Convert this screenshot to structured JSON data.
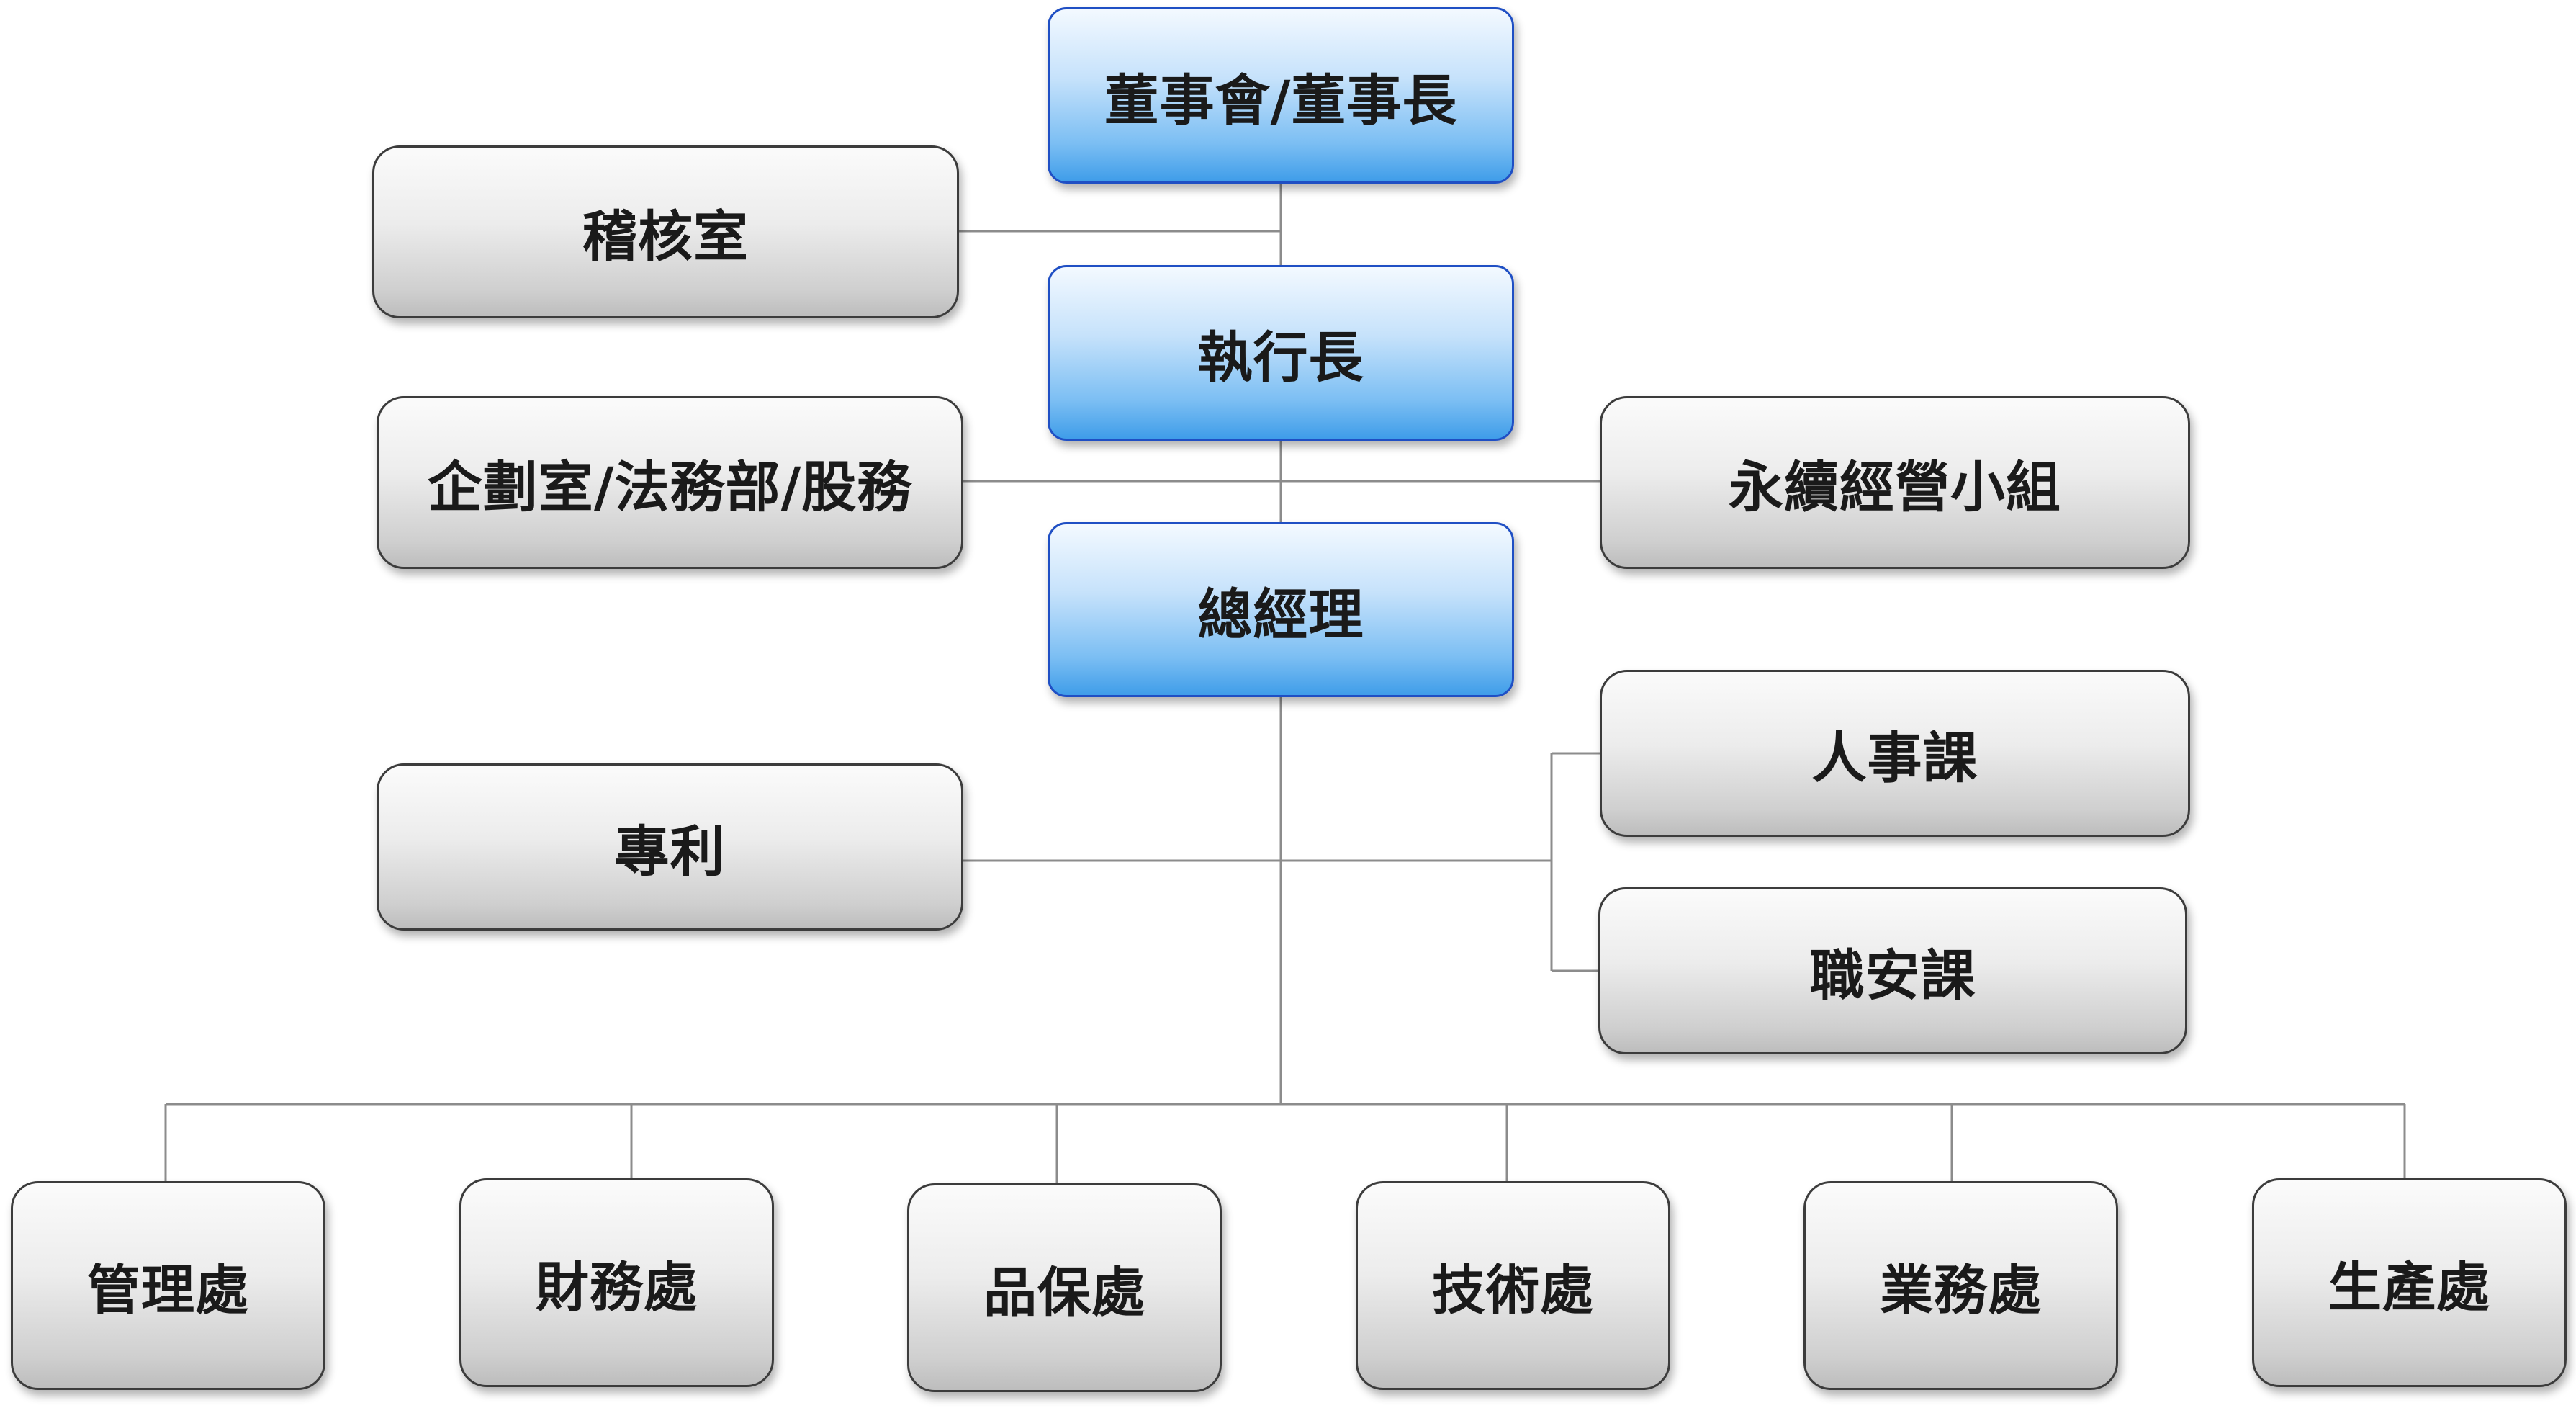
{
  "chart_data": {
    "type": "org-chart",
    "nodes": {
      "board": "董事會/董事長",
      "ceo": "執行長",
      "gm": "總經理",
      "audit": "稽核室",
      "planning": "企劃室/法務部/股務",
      "sustainability": "永續經營小組",
      "patent": "專利",
      "hr": "人事課",
      "safety": "職安課",
      "management": "管理處",
      "finance": "財務處",
      "qa": "品保處",
      "technology": "技術處",
      "sales": "業務處",
      "production": "生產處"
    },
    "relations": [
      {
        "from": "board",
        "to": "ceo"
      },
      {
        "from": "board",
        "to": "audit"
      },
      {
        "from": "ceo",
        "to": "gm"
      },
      {
        "from": "ceo",
        "to": "planning"
      },
      {
        "from": "ceo",
        "to": "sustainability"
      },
      {
        "from": "gm",
        "to": "patent"
      },
      {
        "from": "gm",
        "to": "hr"
      },
      {
        "from": "gm",
        "to": "safety"
      },
      {
        "from": "gm",
        "to": "management"
      },
      {
        "from": "gm",
        "to": "finance"
      },
      {
        "from": "gm",
        "to": "qa"
      },
      {
        "from": "gm",
        "to": "technology"
      },
      {
        "from": "gm",
        "to": "sales"
      },
      {
        "from": "gm",
        "to": "production"
      }
    ]
  },
  "colors": {
    "executive_box": "#7bbef3",
    "executive_border": "#1f4fc4",
    "unit_box": "#dcdcdc",
    "unit_border": "#3c3c3c",
    "connector": "#8c8c8c"
  }
}
